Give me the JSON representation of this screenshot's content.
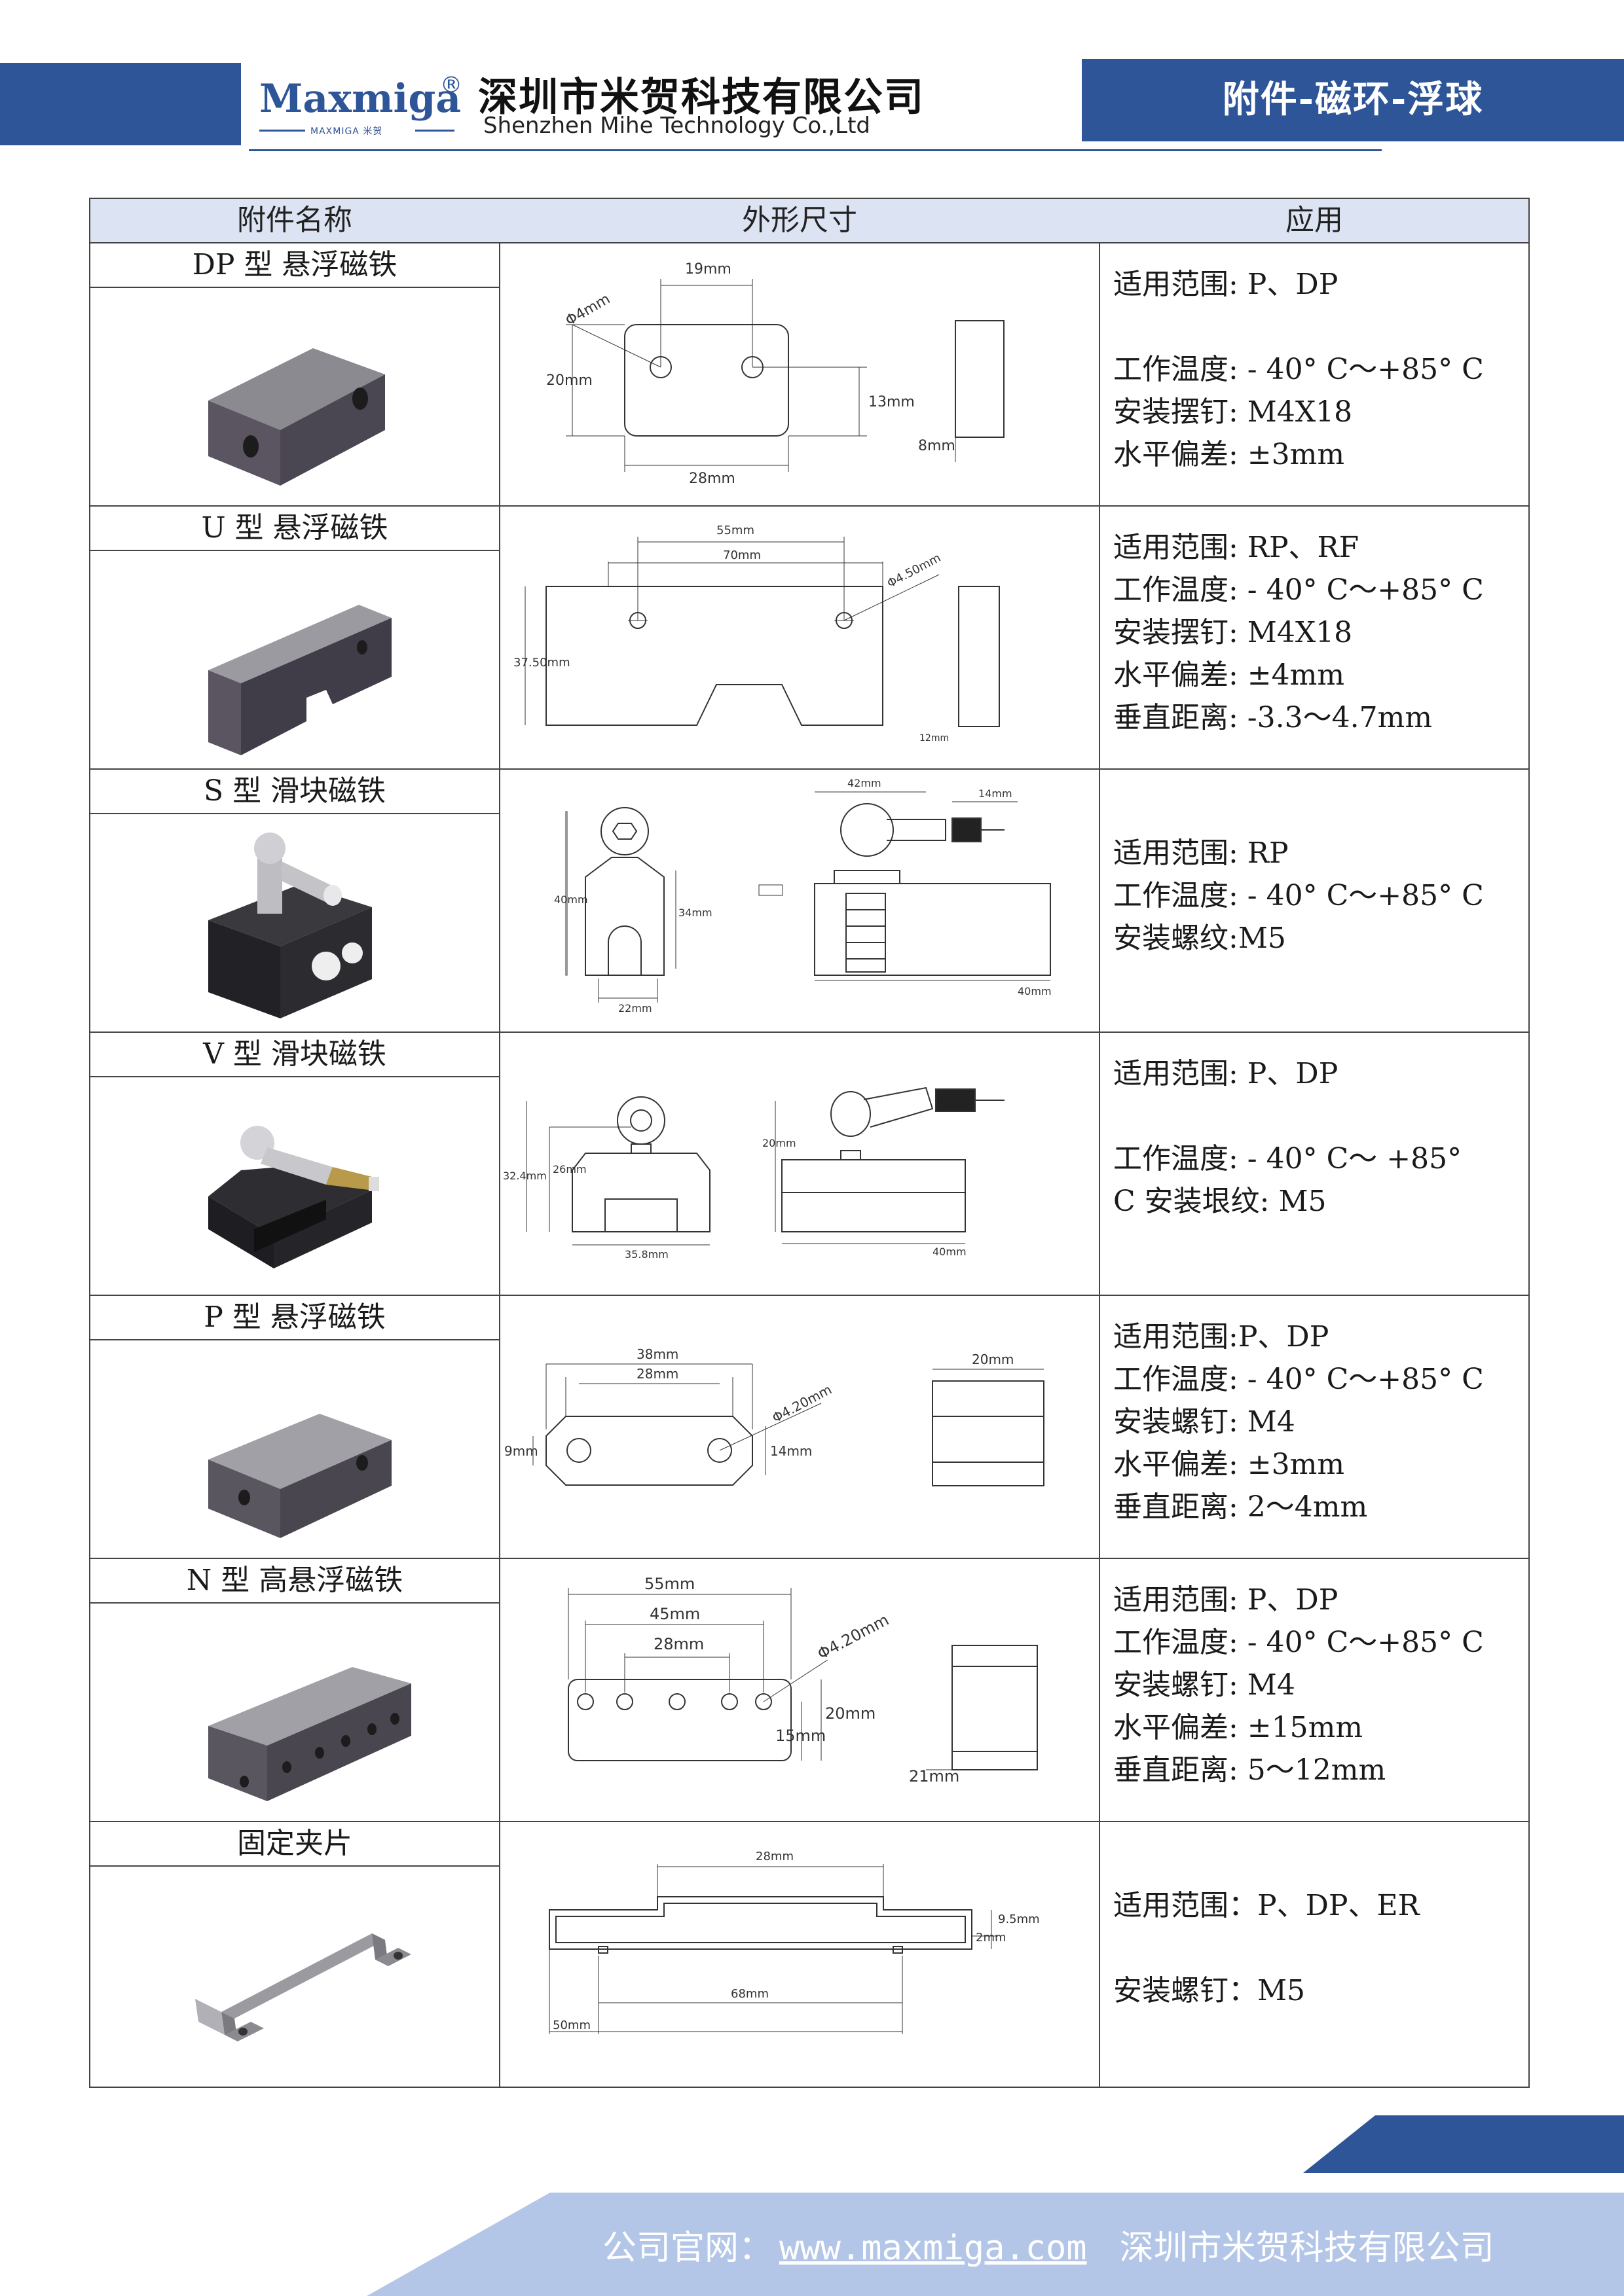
{
  "header": {
    "logo_text": "Maxmiga",
    "logo_reg": "®",
    "logo_sub": "MAXMIGA 米贺",
    "company_cn": "深圳市米贺科技有限公司",
    "company_en": "Shenzhen Mihe Technology Co.,Ltd",
    "section_title": "附件-磁环-浮球"
  },
  "table": {
    "headers": [
      "附件名称",
      "外形尺寸",
      "应用"
    ],
    "rows": [
      {
        "name": "DP 型 悬浮磁铁",
        "dims": [
          "19mm",
          "Φ4mm",
          "20mm",
          "13mm",
          "28mm",
          "8mm"
        ],
        "spec": [
          "适用范围: P、DP",
          "",
          "工作温度: - 40° C～+85° C",
          "安装摆钉: M4X18",
          "水平偏差: ±3mm"
        ]
      },
      {
        "name": "U 型 悬浮磁铁",
        "dims": [
          "55mm",
          "70mm",
          "Φ4.50mm",
          "37.50mm",
          "12mm"
        ],
        "spec": [
          "适用范围: RP、RF",
          "工作温度: - 40° C～+85° C",
          "安装摆钉: M4X18",
          "水平偏差: ±4mm",
          "垂直距离: -3.3～4.7mm"
        ]
      },
      {
        "name": "S 型 滑块磁铁",
        "dims": [
          "42mm",
          "14mm",
          "40mm",
          "34mm",
          "22mm",
          "40mm"
        ],
        "spec": [
          "",
          "适用范围: RP",
          "工作温度: - 40° C～+85° C",
          "安装螺纹:M5"
        ]
      },
      {
        "name": "V 型 滑块磁铁",
        "dims": [
          "26mm",
          "32.4mm",
          "35.8mm",
          "20mm",
          "40mm"
        ],
        "spec": [
          "适用范围: P、DP",
          "",
          "工作温度: - 40° C～ +85°",
          "C          安装垠纹: M5"
        ]
      },
      {
        "name": "P 型 悬浮磁铁",
        "dims": [
          "38mm",
          "28mm",
          "Φ4.20mm",
          "9mm",
          "14mm",
          "20mm"
        ],
        "spec": [
          "适用范围:P、DP",
          "工作温度: - 40° C～+85° C",
          "安装螺钉: M4",
          "水平偏差: ±3mm",
          "垂直距离: 2～4mm"
        ]
      },
      {
        "name": "N 型 高悬浮磁铁",
        "dims": [
          "55mm",
          "45mm",
          "28mm",
          "Φ4.20mm",
          "20mm",
          "15mm",
          "21mm"
        ],
        "spec": [
          "适用范围: P、DP",
          "工作温度: - 40° C～+85° C",
          "安装螺钉: M4",
          "水平偏差: ±15mm",
          "垂直距离: 5～12mm"
        ]
      },
      {
        "name": "固定夹片",
        "dims": [
          "28mm",
          "9.5mm",
          "2mm",
          "68mm",
          "50mm"
        ],
        "spec": [
          "",
          "适用范围：P、DP、ER",
          "",
          " 安装螺钉：M5"
        ]
      }
    ]
  },
  "footer": {
    "label": "公司官网：",
    "url": "www.maxmiga.com",
    "company": "深圳市米贺科技有限公司"
  },
  "colors": {
    "brand_blue": "#2e5597",
    "header_fill": "#dce3f3",
    "footer_light": "#b4c6e7"
  }
}
